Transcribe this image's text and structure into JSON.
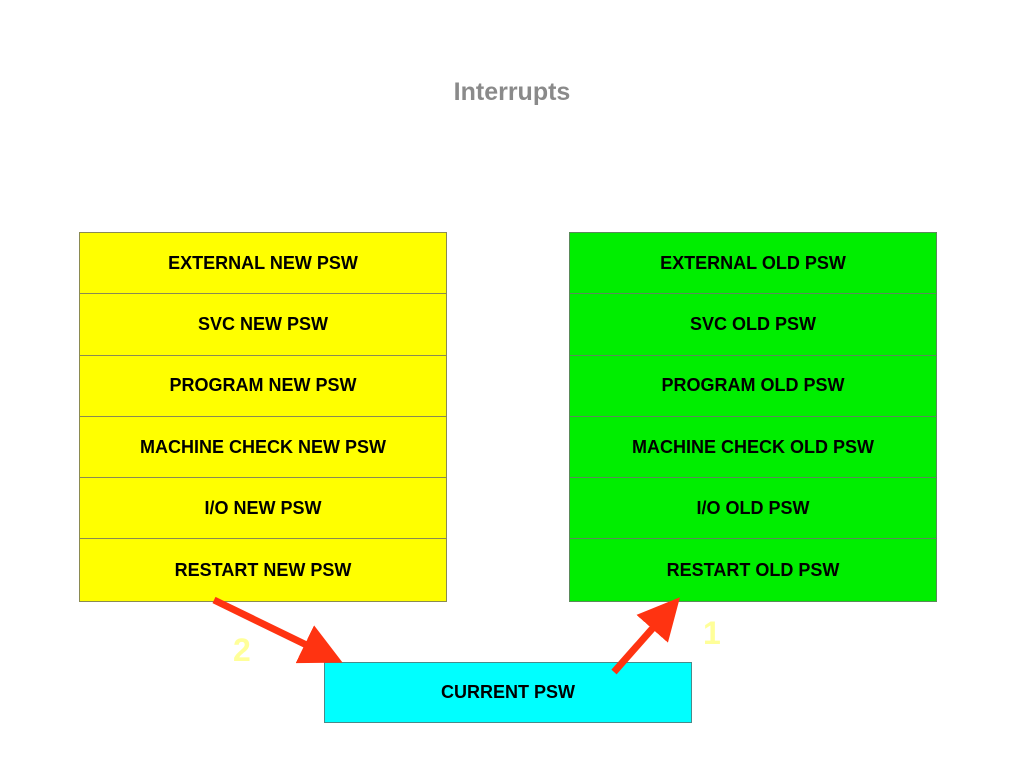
{
  "title": "Interrupts",
  "new_psws": [
    "EXTERNAL NEW PSW",
    "SVC NEW PSW",
    "PROGRAM NEW PSW",
    "MACHINE CHECK NEW PSW",
    "I/O NEW PSW",
    "RESTART NEW PSW"
  ],
  "old_psws": [
    "EXTERNAL OLD PSW",
    "SVC OLD PSW",
    "PROGRAM OLD PSW",
    "MACHINE CHECK OLD PSW",
    "I/O OLD PSW",
    "RESTART OLD PSW"
  ],
  "current_psw": "CURRENT PSW",
  "steps": {
    "one": "1",
    "two": "2"
  },
  "colors": {
    "new_psw_fill": "#ffff00",
    "old_psw_fill": "#00ee00",
    "current_psw_fill": "#00ffff",
    "arrow": "#ff3311",
    "title": "#8a8a8a",
    "step_label": "#ffff99"
  }
}
